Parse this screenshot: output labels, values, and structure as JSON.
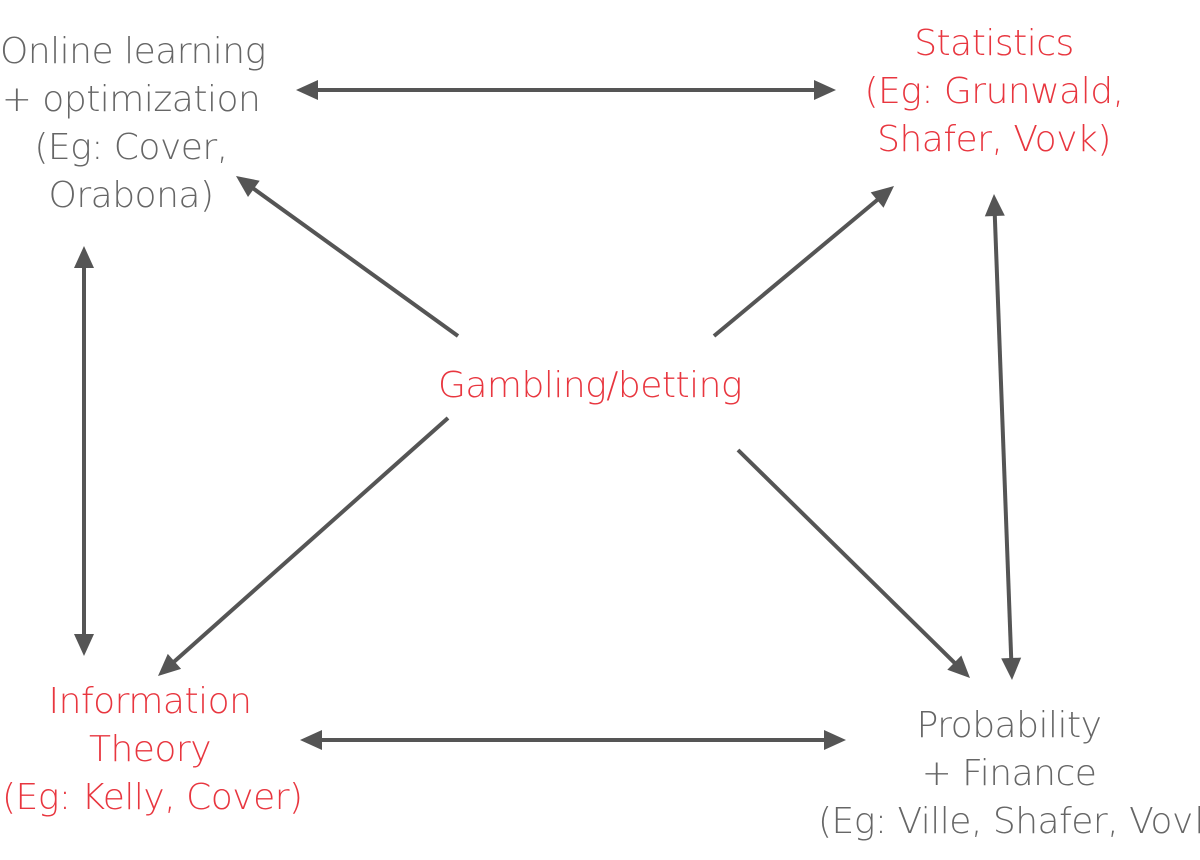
{
  "colors": {
    "gray_text": "#666666",
    "red_text": "#e8363f",
    "arrow": "#555555",
    "background": "#ffffff"
  },
  "nodes": {
    "online": {
      "lines": [
        "Online learning",
        "+ optimization",
        "(Eg: Cover,",
        "Orabona)"
      ]
    },
    "statistics": {
      "lines": [
        "Statistics",
        "(Eg: Grunwald,",
        "Shafer, Vovk)"
      ]
    },
    "center": {
      "lines": [
        "Gambling/betting"
      ]
    },
    "information": {
      "lines": [
        "Information",
        "Theory",
        "(Eg: Kelly, Cover)"
      ]
    },
    "probability": {
      "lines": [
        "Probability",
        "+ Finance",
        "(Eg: Ville, Shafer, Vovk)"
      ]
    }
  },
  "edges": [
    {
      "from": "online",
      "to": "statistics",
      "direction": "both"
    },
    {
      "from": "online",
      "to": "information",
      "direction": "both"
    },
    {
      "from": "statistics",
      "to": "probability",
      "direction": "both"
    },
    {
      "from": "information",
      "to": "probability",
      "direction": "both"
    },
    {
      "from": "center",
      "to": "online",
      "direction": "forward"
    },
    {
      "from": "center",
      "to": "statistics",
      "direction": "forward"
    },
    {
      "from": "center",
      "to": "information",
      "direction": "forward"
    },
    {
      "from": "center",
      "to": "probability",
      "direction": "forward"
    }
  ]
}
